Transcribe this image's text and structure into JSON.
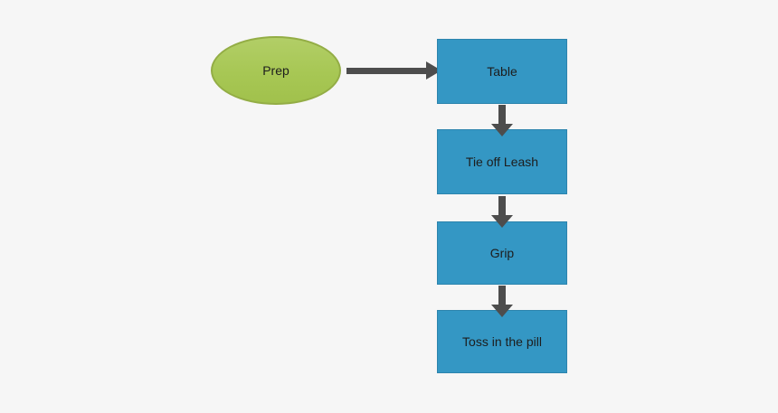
{
  "diagram": {
    "type": "flowchart",
    "background_color": "#f6f6f6",
    "start_node": {
      "label": "Prep",
      "shape": "ellipse",
      "fill_color": "#a7c754",
      "border_color": "#93ad45"
    },
    "process_nodes": [
      {
        "label": "Table"
      },
      {
        "label": "Tie off Leash"
      },
      {
        "label": "Grip"
      },
      {
        "label": "Toss in the pill"
      }
    ],
    "process_node_style": {
      "shape": "rectangle",
      "fill_color": "#3497c4",
      "border_color": "#2c84ad"
    },
    "connectors": [
      {
        "from": "Prep",
        "to": "Table",
        "direction": "right"
      },
      {
        "from": "Table",
        "to": "Tie off Leash",
        "direction": "down"
      },
      {
        "from": "Tie off Leash",
        "to": "Grip",
        "direction": "down"
      },
      {
        "from": "Grip",
        "to": "Toss in the pill",
        "direction": "down"
      }
    ],
    "connector_color": "#4d4d4d",
    "label_color": "#1d1d1d"
  }
}
